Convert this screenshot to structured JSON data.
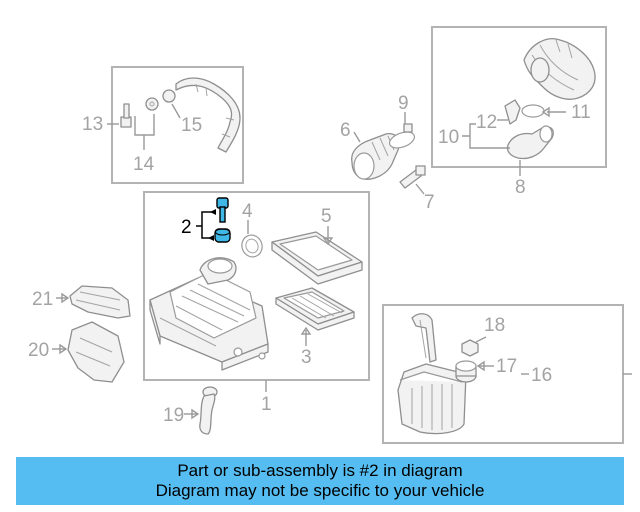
{
  "callouts": {
    "c1": "1",
    "c2": "2",
    "c3": "3",
    "c4": "4",
    "c5": "5",
    "c6": "6",
    "c7": "7",
    "c8": "8",
    "c9": "9",
    "c10": "10",
    "c11": "11",
    "c12": "12",
    "c13": "13",
    "c14": "14",
    "c15": "15",
    "c16": "16",
    "c17": "17",
    "c18": "18",
    "c19": "19",
    "c20": "20",
    "c21": "21"
  },
  "highlighted_part": "2",
  "colors": {
    "banner": "#55bdf2",
    "highlight": "#3fb8e8"
  },
  "banner": {
    "line1": "Part or sub-assembly is #2 in diagram",
    "line2": "Diagram may not be specific to your vehicle"
  }
}
